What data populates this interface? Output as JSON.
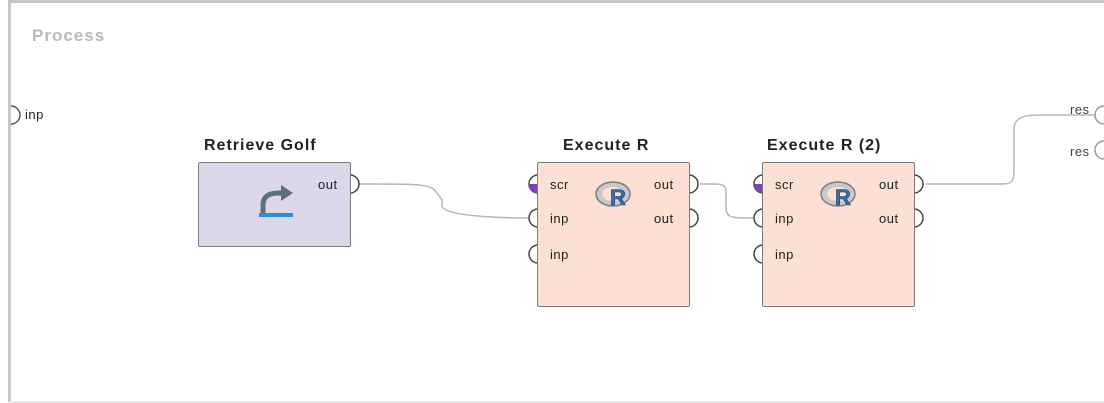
{
  "process": {
    "title": "Process",
    "input_port": "inp",
    "result_ports": [
      "res",
      "res"
    ]
  },
  "operators": [
    {
      "name": "Retrieve Golf",
      "icon": "retrieve-arrow-icon",
      "input_ports": [],
      "output_ports": [
        "out"
      ]
    },
    {
      "name": "Execute R",
      "icon": "r-logo-icon",
      "input_ports": [
        "scr",
        "inp",
        "inp"
      ],
      "output_ports": [
        "out",
        "out"
      ]
    },
    {
      "name": "Execute R (2)",
      "icon": "r-logo-icon",
      "input_ports": [
        "scr",
        "inp",
        "inp"
      ],
      "output_ports": [
        "out",
        "out"
      ]
    }
  ],
  "colors": {
    "retrieve_fill": "#dcd8ea",
    "execute_fill": "#fbe0d3",
    "script_port": "#7f3fbf",
    "wire": "#b5b5b5",
    "retrieve_icon_accent": "#2d8fd6"
  }
}
